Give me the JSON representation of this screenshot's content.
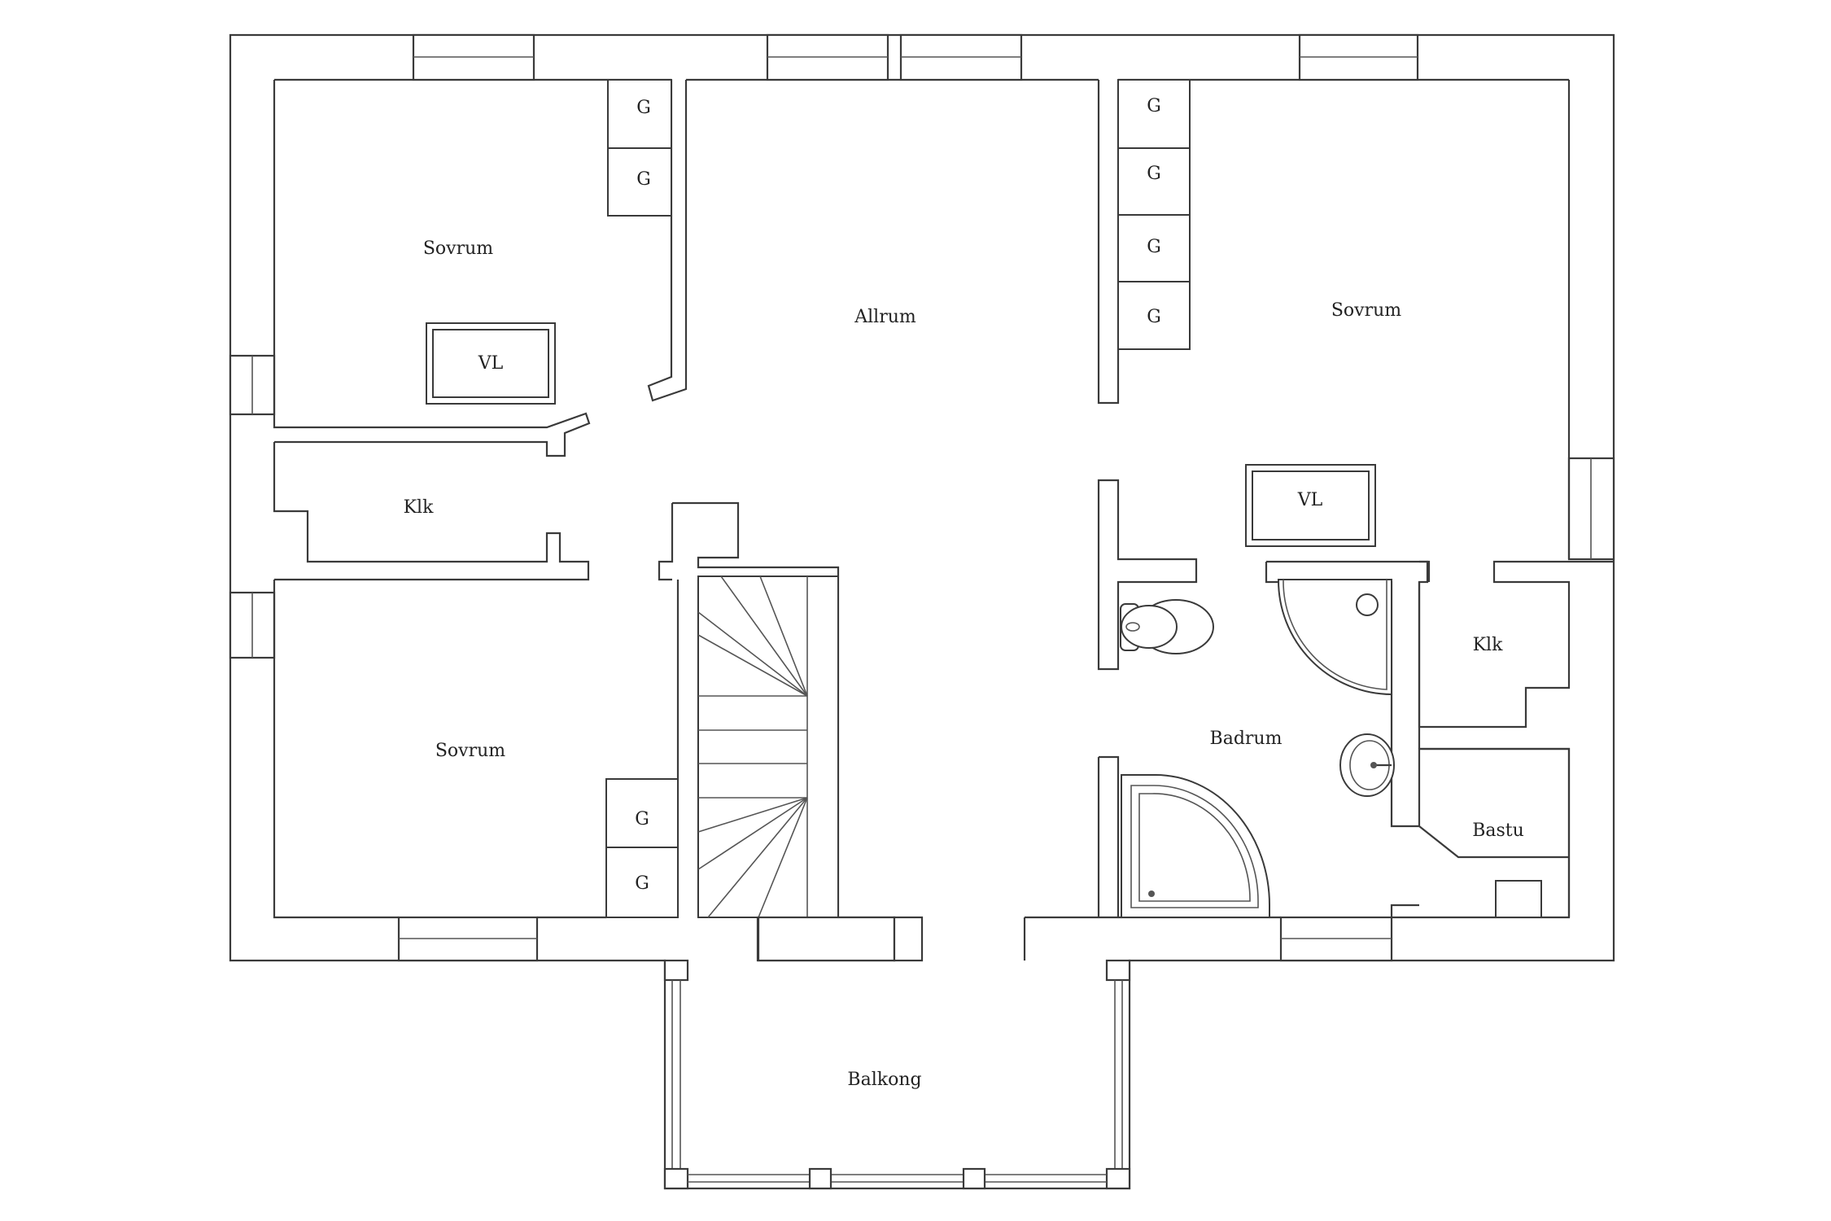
{
  "rooms": {
    "sovrum_top_left": "Sovrum",
    "allrum": "Allrum",
    "sovrum_top_right": "Sovrum",
    "klk_left": "Klk",
    "sovrum_bottom_left": "Sovrum",
    "badrum": "Badrum",
    "klk_right": "Klk",
    "bastu": "Bastu",
    "balkong": "Balkong"
  },
  "fixtures": {
    "vl_left": "VL",
    "vl_right": "VL",
    "wardrobe": "G"
  }
}
